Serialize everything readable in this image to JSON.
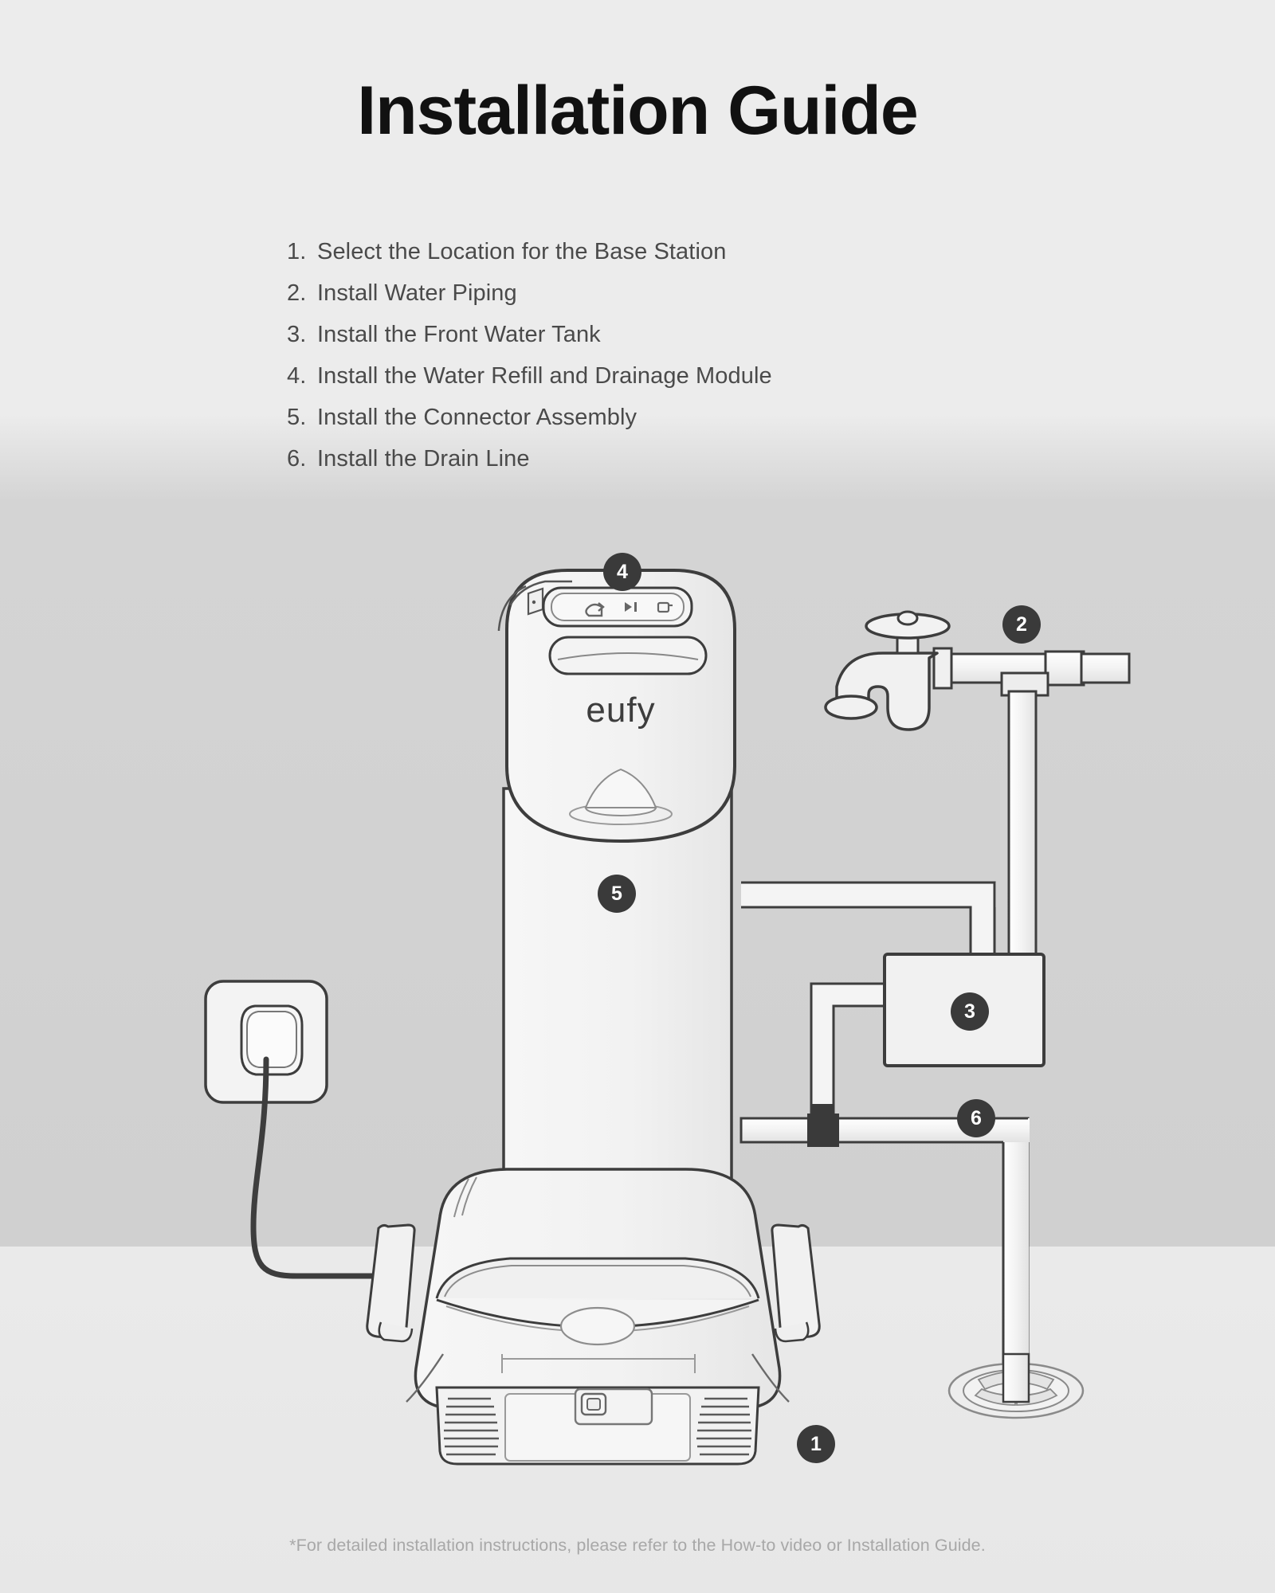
{
  "page": {
    "title": "Installation Guide",
    "footnote": "*For detailed installation instructions, please refer to the How-to video or Installation Guide."
  },
  "steps": [
    {
      "num": "1.",
      "label": "Select the Location for the Base Station"
    },
    {
      "num": "2.",
      "label": "Install Water Piping"
    },
    {
      "num": "3.",
      "label": "Install the Front Water Tank"
    },
    {
      "num": "4.",
      "label": "Install the Water Refill and Drainage Module"
    },
    {
      "num": "5.",
      "label": "Install the Connector Assembly"
    },
    {
      "num": "6.",
      "label": "Install the Drain Line"
    }
  ],
  "diagram": {
    "brand_logo": "eufy",
    "badges": [
      {
        "id": "1",
        "label": "1",
        "target": "base-station-robot"
      },
      {
        "id": "2",
        "label": "2",
        "target": "water-piping-faucet"
      },
      {
        "id": "3",
        "label": "3",
        "target": "front-water-tank-module"
      },
      {
        "id": "4",
        "label": "4",
        "target": "water-refill-drainage-module"
      },
      {
        "id": "5",
        "label": "5",
        "target": "connector-assembly"
      },
      {
        "id": "6",
        "label": "6",
        "target": "drain-line"
      }
    ],
    "control_panel_icons": [
      "recharge-icon",
      "play-pause-icon",
      "dock-icon"
    ],
    "parts": [
      "power-outlet",
      "power-cable",
      "faucet",
      "faucet-valve-handle",
      "supply-pipe",
      "pipe-tee-junction",
      "vertical-supply-pipe",
      "refill-drainage-module-box",
      "connector-assembly-pipes",
      "drain-tee-connector",
      "drain-line-pipe",
      "floor-drain-grate",
      "robot-vacuum",
      "robot-side-mop-arms",
      "robot-vents",
      "water-droplet-icon"
    ]
  },
  "colors": {
    "wall": "#d0d0d0",
    "floor": "#e9e9e9",
    "badge_bg": "#3a3a3a",
    "badge_text": "#ffffff",
    "title_text": "#111111",
    "step_text": "#4a4a4a",
    "footnote_text": "#a8a8a8",
    "outline": "#3d3d3d",
    "device_fill": "#f2f2f2"
  }
}
